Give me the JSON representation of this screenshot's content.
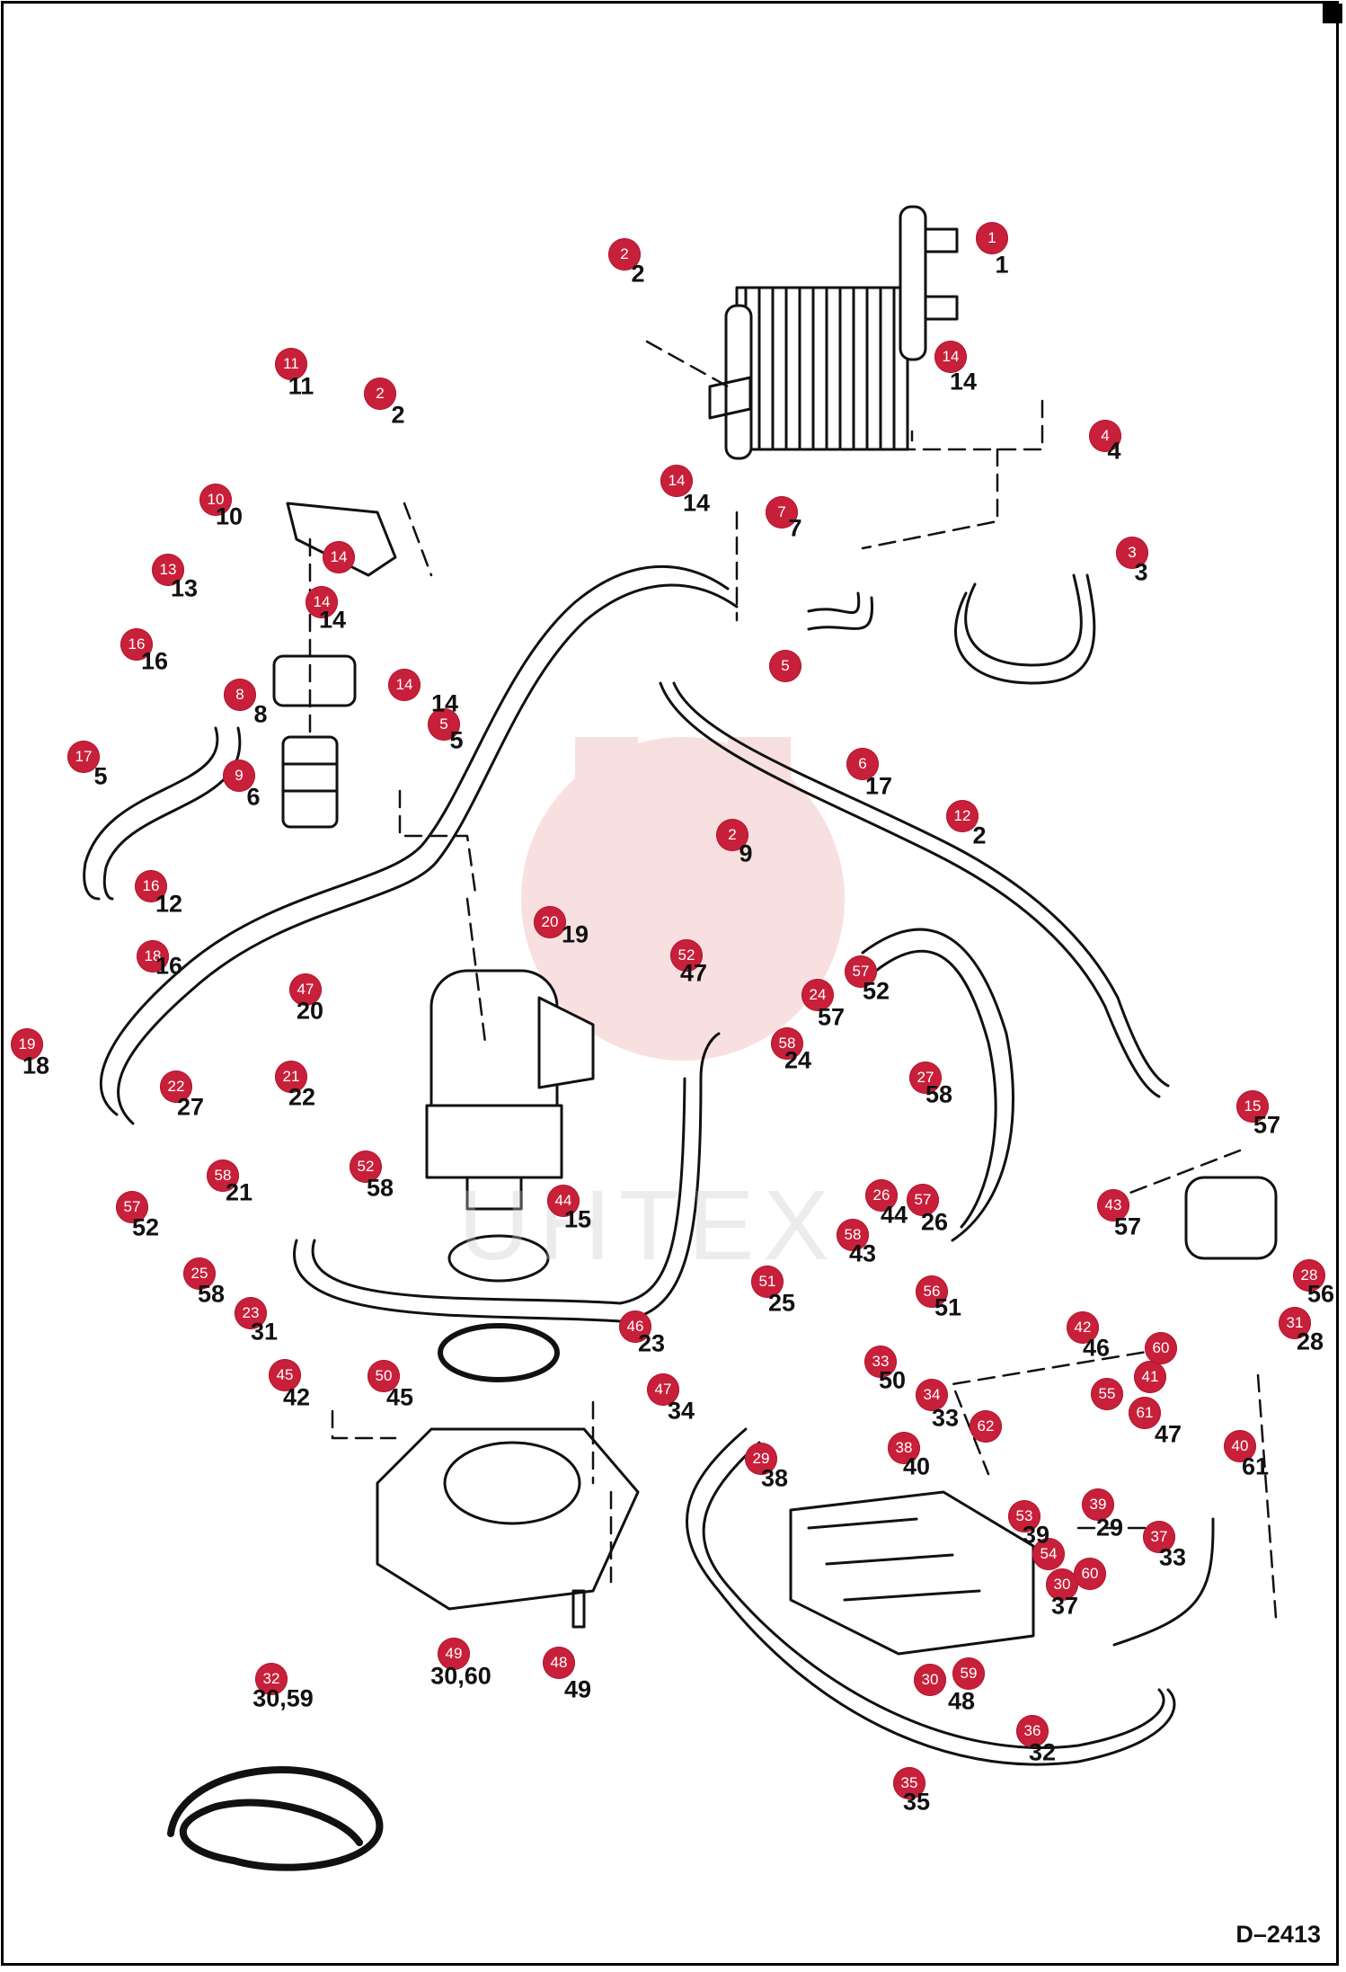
{
  "drawing_code": "D–2413",
  "watermark": "UHTEX",
  "colors": {
    "callout": "#c8203a",
    "line": "#111111",
    "watermark_logo": "#f4c6c6"
  },
  "callouts": [
    {
      "n": "1"
    },
    {
      "n": "2"
    },
    {
      "n": "14"
    },
    {
      "n": "14"
    },
    {
      "n": "4"
    },
    {
      "n": "14"
    },
    {
      "n": "7"
    },
    {
      "n": "3"
    },
    {
      "n": "11"
    },
    {
      "n": "2"
    },
    {
      "n": "10"
    },
    {
      "n": "13"
    },
    {
      "n": "14"
    },
    {
      "n": "16"
    },
    {
      "n": "8"
    },
    {
      "n": "14"
    },
    {
      "n": "5"
    },
    {
      "n": "5"
    },
    {
      "n": "17"
    },
    {
      "n": "6"
    },
    {
      "n": "9"
    },
    {
      "n": "2"
    },
    {
      "n": "12"
    },
    {
      "n": "16"
    },
    {
      "n": "18"
    },
    {
      "n": "19"
    },
    {
      "n": "20"
    },
    {
      "n": "47"
    },
    {
      "n": "52"
    },
    {
      "n": "57"
    },
    {
      "n": "24"
    },
    {
      "n": "58"
    },
    {
      "n": "27"
    },
    {
      "n": "22"
    },
    {
      "n": "21"
    },
    {
      "n": "58"
    },
    {
      "n": "52"
    },
    {
      "n": "57"
    },
    {
      "n": "15"
    },
    {
      "n": "44"
    },
    {
      "n": "26"
    },
    {
      "n": "57"
    },
    {
      "n": "43"
    },
    {
      "n": "58"
    },
    {
      "n": "25"
    },
    {
      "n": "51"
    },
    {
      "n": "56"
    },
    {
      "n": "28"
    },
    {
      "n": "31"
    },
    {
      "n": "23"
    },
    {
      "n": "46"
    },
    {
      "n": "42"
    },
    {
      "n": "60"
    },
    {
      "n": "45"
    },
    {
      "n": "50"
    },
    {
      "n": "33"
    },
    {
      "n": "34"
    },
    {
      "n": "55"
    },
    {
      "n": "41"
    },
    {
      "n": "61"
    },
    {
      "n": "47"
    },
    {
      "n": "62"
    },
    {
      "n": "40"
    },
    {
      "n": "38"
    },
    {
      "n": "29"
    },
    {
      "n": "39"
    },
    {
      "n": "53"
    },
    {
      "n": "37"
    },
    {
      "n": "54"
    },
    {
      "n": "30"
    },
    {
      "n": "60"
    },
    {
      "n": "49"
    },
    {
      "n": "48"
    },
    {
      "n": "30"
    },
    {
      "n": "59"
    },
    {
      "n": "32"
    },
    {
      "n": "36"
    },
    {
      "n": "35"
    }
  ],
  "part_labels": [
    {
      "t": "1"
    },
    {
      "t": "2"
    },
    {
      "t": "14"
    },
    {
      "t": "14"
    },
    {
      "t": "4"
    },
    {
      "t": "7"
    },
    {
      "t": "3"
    },
    {
      "t": "11"
    },
    {
      "t": "2"
    },
    {
      "t": "10"
    },
    {
      "t": "13"
    },
    {
      "t": "14"
    },
    {
      "t": "16"
    },
    {
      "t": "8"
    },
    {
      "t": "14"
    },
    {
      "t": "5"
    },
    {
      "t": "5"
    },
    {
      "t": "17"
    },
    {
      "t": "6"
    },
    {
      "t": "9"
    },
    {
      "t": "2"
    },
    {
      "t": "12"
    },
    {
      "t": "16"
    },
    {
      "t": "18"
    },
    {
      "t": "19"
    },
    {
      "t": "20"
    },
    {
      "t": "47"
    },
    {
      "t": "52"
    },
    {
      "t": "57"
    },
    {
      "t": "24"
    },
    {
      "t": "58"
    },
    {
      "t": "27"
    },
    {
      "t": "22"
    },
    {
      "t": "21"
    },
    {
      "t": "58"
    },
    {
      "t": "52"
    },
    {
      "t": "57"
    },
    {
      "t": "15"
    },
    {
      "t": "44"
    },
    {
      "t": "26"
    },
    {
      "t": "57"
    },
    {
      "t": "43"
    },
    {
      "t": "58"
    },
    {
      "t": "25"
    },
    {
      "t": "51"
    },
    {
      "t": "56"
    },
    {
      "t": "28"
    },
    {
      "t": "31"
    },
    {
      "t": "23"
    },
    {
      "t": "46"
    },
    {
      "t": "42"
    },
    {
      "t": "45"
    },
    {
      "t": "50"
    },
    {
      "t": "33"
    },
    {
      "t": "34"
    },
    {
      "t": "47"
    },
    {
      "t": "61"
    },
    {
      "t": "40"
    },
    {
      "t": "38"
    },
    {
      "t": "29"
    },
    {
      "t": "39"
    },
    {
      "t": "33"
    },
    {
      "t": "37"
    },
    {
      "t": "30,60"
    },
    {
      "t": "49"
    },
    {
      "t": "48"
    },
    {
      "t": "30,59"
    },
    {
      "t": "32"
    },
    {
      "t": "35"
    }
  ]
}
